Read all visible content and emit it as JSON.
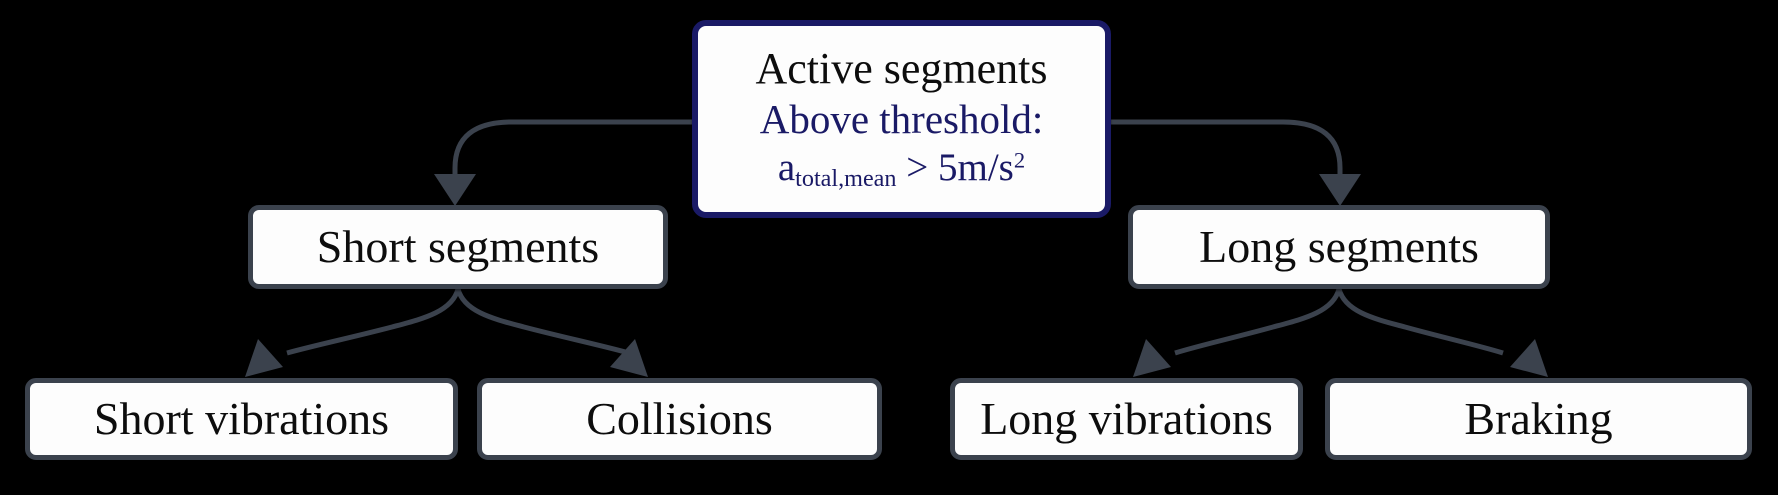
{
  "colors": {
    "navy": "#1a1a66",
    "slate": "#3b424d",
    "box_fill": "#fdfdfd",
    "ink": "#0d0d0d",
    "bg": "#000000"
  },
  "root": {
    "title": "Active segments",
    "subtitle": "Above threshold:",
    "formula": {
      "base": "a",
      "sub": "total,mean",
      "op": " > ",
      "value": "5m/s",
      "sup": "2"
    }
  },
  "level2": [
    {
      "label": "Short segments"
    },
    {
      "label": "Long segments"
    }
  ],
  "level3": [
    {
      "label": "Short vibrations"
    },
    {
      "label": "Collisions"
    },
    {
      "label": "Long vibrations"
    },
    {
      "label": "Braking"
    }
  ]
}
